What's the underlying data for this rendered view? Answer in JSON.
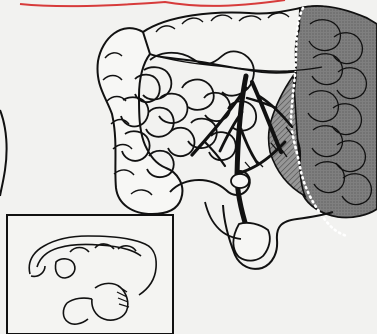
{
  "figure": {
    "colors": {
      "background": "#f2f2f0",
      "line": "#111111",
      "resected_shading": "#8a8a8a",
      "resected_dark": "#5e5e5e",
      "vessel": "#111111",
      "top_text_fragment": "#d21b1b"
    },
    "main_illustration": {
      "elements": [
        "ascending-colon",
        "transverse-colon",
        "descending-colon-resected",
        "small-intestine-loops",
        "mesenteric-vessels",
        "resection-line",
        "rectum-sigmoid"
      ]
    },
    "inset_illustration": {
      "elements": [
        "inset-colon",
        "anastomosis-suture",
        "inset-rectum"
      ]
    }
  }
}
